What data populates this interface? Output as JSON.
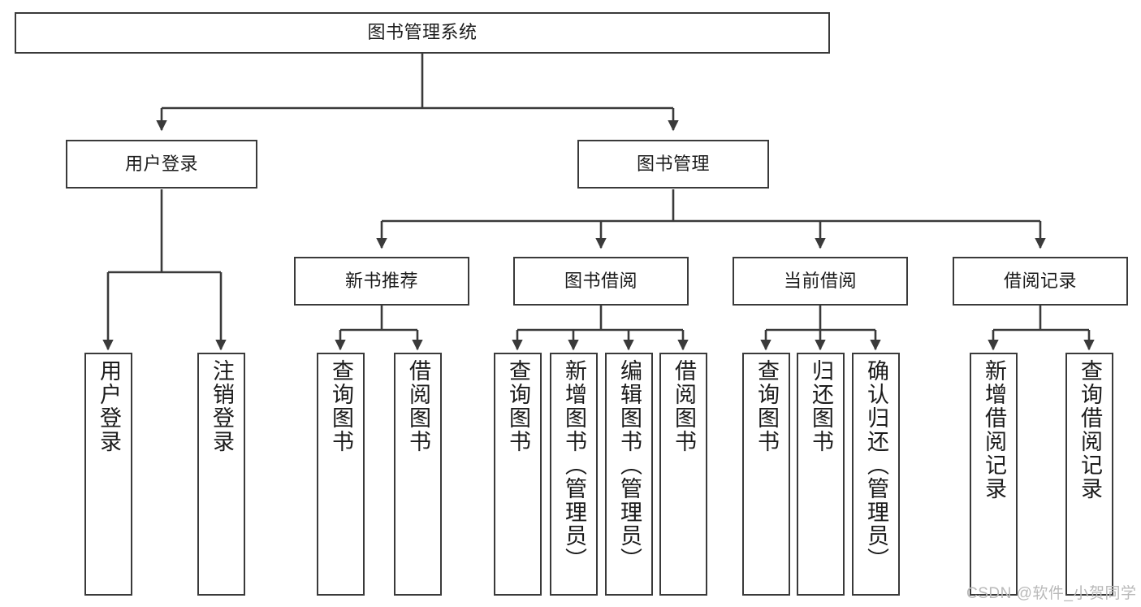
{
  "diagram": {
    "type": "tree-hierarchy",
    "title": "图书管理系统",
    "orientation": "top-down",
    "colors": {
      "stroke": "#3a3a3a",
      "fill": "#ffffff",
      "text": "#1b1b1b",
      "watermark": "#b9b9b9"
    },
    "nodes": {
      "root": {
        "label": "图书管理系统",
        "level": 0
      },
      "l1": [
        {
          "id": "user-login",
          "label": "用户登录"
        },
        {
          "id": "book-manage",
          "label": "图书管理"
        }
      ],
      "l2": [
        {
          "id": "new-book-rec",
          "label": "新书推荐",
          "parent": "book-manage"
        },
        {
          "id": "book-borrow",
          "label": "图书借阅",
          "parent": "book-manage"
        },
        {
          "id": "current-borrow",
          "label": "当前借阅",
          "parent": "book-manage"
        },
        {
          "id": "borrow-record",
          "label": "借阅记录",
          "parent": "book-manage"
        }
      ],
      "leaves": [
        {
          "id": "leaf-user-login",
          "label": "用户登录",
          "parent": "user-login"
        },
        {
          "id": "leaf-logout",
          "label": "注销登录",
          "parent": "user-login"
        },
        {
          "id": "leaf-query-book-1",
          "label": "查询图书",
          "parent": "new-book-rec"
        },
        {
          "id": "leaf-borrow-book-1",
          "label": "借阅图书",
          "parent": "new-book-rec"
        },
        {
          "id": "leaf-query-book-2",
          "label": "查询图书",
          "parent": "book-borrow"
        },
        {
          "id": "leaf-add-book",
          "label": "新增图书（管理员）",
          "parent": "book-borrow"
        },
        {
          "id": "leaf-edit-book",
          "label": "编辑图书（管理员）",
          "parent": "book-borrow"
        },
        {
          "id": "leaf-borrow-book-2",
          "label": "借阅图书",
          "parent": "book-borrow"
        },
        {
          "id": "leaf-query-book-3",
          "label": "查询图书",
          "parent": "current-borrow"
        },
        {
          "id": "leaf-return-book",
          "label": "归还图书",
          "parent": "current-borrow"
        },
        {
          "id": "leaf-confirm-return",
          "label": "确认归还（管理员）",
          "parent": "current-borrow"
        },
        {
          "id": "leaf-add-record",
          "label": "新增借阅记录",
          "parent": "borrow-record"
        },
        {
          "id": "leaf-query-record",
          "label": "查询借阅记录",
          "parent": "borrow-record"
        }
      ]
    }
  },
  "watermark": {
    "text": "CSDN @软件_小贺同学"
  }
}
